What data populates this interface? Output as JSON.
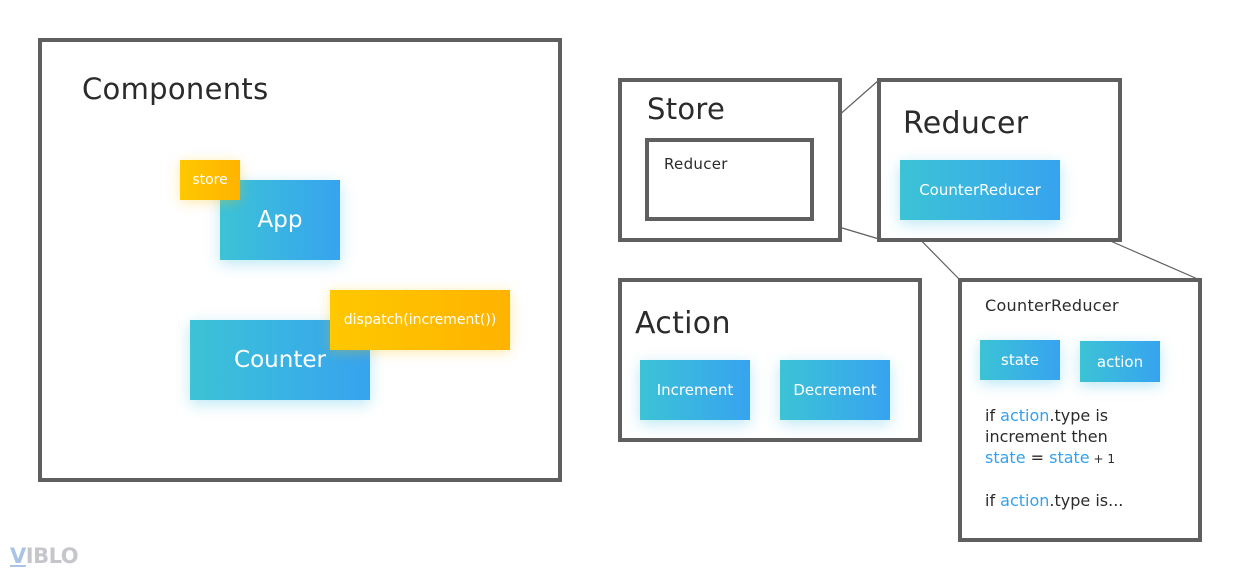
{
  "components": {
    "title": "Components",
    "app": "App",
    "store_tag": "store",
    "counter": "Counter",
    "dispatch_tag": "dispatch(increment())"
  },
  "store": {
    "title": "Store",
    "inner_label": "Reducer"
  },
  "reducer": {
    "title": "Reducer",
    "item": "CounterReducer"
  },
  "action": {
    "title": "Action",
    "items": [
      "Increment",
      "Decrement"
    ]
  },
  "counter_reducer_detail": {
    "title": "CounterReducer",
    "params": [
      "state",
      "action"
    ],
    "code": {
      "line1_if": "if ",
      "line1_action": "action",
      "line1_rest": ".type is",
      "line2": "increment then",
      "line3_state1": "state",
      "line3_eq": " = ",
      "line3_state2": "state",
      "line3_rest": " + 1",
      "line4_if": "if ",
      "line4_action": "action",
      "line4_rest": ".type is..."
    }
  },
  "colors": {
    "border": "#5f5f5f",
    "blue_start": "#3cc3d6",
    "blue_end": "#37a3ef",
    "gold_start": "#ffc800",
    "gold_end": "#ffb300",
    "keyword": "#35a0ec"
  },
  "watermark": {
    "v": "V",
    "rest": "IBLO"
  }
}
